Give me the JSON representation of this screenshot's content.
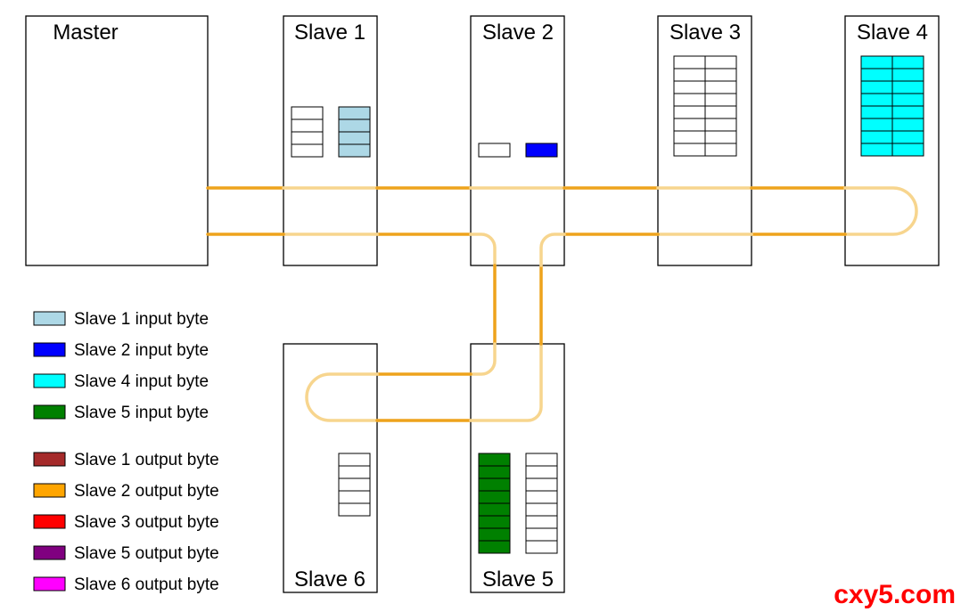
{
  "nodes": {
    "master": "Master",
    "slave1": "Slave 1",
    "slave2": "Slave 2",
    "slave3": "Slave 3",
    "slave4": "Slave 4",
    "slave5": "Slave 5",
    "slave6": "Slave 6"
  },
  "registers": {
    "slave1": {
      "input": {
        "count": 4,
        "filled": 4
      },
      "output": {
        "count": 4,
        "filled": 0
      }
    },
    "slave2": {
      "input": {
        "count": 1,
        "filled": 1
      },
      "output": {
        "count": 1,
        "filled": 0
      }
    },
    "slave3": {
      "table": {
        "rows": 8,
        "cols": 2,
        "filled": 0
      }
    },
    "slave4": {
      "table": {
        "rows": 8,
        "cols": 2,
        "filled": 16
      }
    },
    "slave5": {
      "input": {
        "count": 8,
        "filled": 8
      },
      "output": {
        "count": 8,
        "filled": 0
      }
    },
    "slave6": {
      "output": {
        "count": 5,
        "filled": 0
      }
    }
  },
  "legend": {
    "inputs": [
      {
        "label": "Slave 1 input byte",
        "color": "#add8e6"
      },
      {
        "label": "Slave 2 input byte",
        "color": "#0000ff"
      },
      {
        "label": "Slave 4 input byte",
        "color": "#00ffff"
      },
      {
        "label": "Slave 5 input byte",
        "color": "#008000"
      }
    ],
    "outputs": [
      {
        "label": "Slave 1 output byte",
        "color": "#a52a2a"
      },
      {
        "label": "Slave 2 output byte",
        "color": "#ffa500"
      },
      {
        "label": "Slave 3 output byte",
        "color": "#ff0000"
      },
      {
        "label": "Slave 5 output byte",
        "color": "#800080"
      },
      {
        "label": "Slave 6 output byte",
        "color": "#ff00ff"
      }
    ]
  },
  "colors": {
    "line_dark": "#eea31c",
    "line_light": "#f7d58e",
    "slave1_input": "#add8e6",
    "slave2_input": "#0000ff",
    "slave4_input": "#00ffff",
    "slave5_input": "#008000"
  },
  "watermark": {
    "text": "cxy5.com",
    "color": "#ff0000"
  }
}
